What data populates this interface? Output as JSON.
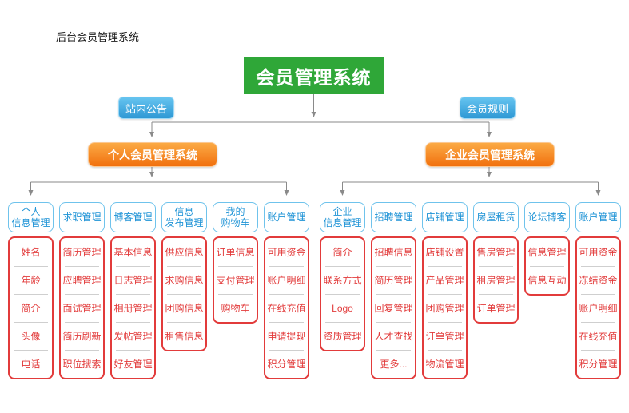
{
  "page_title": "后台会员管理系统",
  "root": {
    "label": "会员管理系统"
  },
  "side_nodes": [
    {
      "id": "site-notice",
      "label": "站内公告"
    },
    {
      "id": "member-rules",
      "label": "会员规则"
    }
  ],
  "branches": [
    {
      "id": "personal",
      "label": "个人会员管理系统",
      "columns": [
        {
          "header": "个人\n信息管理",
          "items": [
            "姓名",
            "年龄",
            "简介",
            "头像",
            "电话"
          ]
        },
        {
          "header": "求职管理",
          "items": [
            "简历管理",
            "应聘管理",
            "面试管理",
            "简历刷新",
            "职位搜索"
          ]
        },
        {
          "header": "博客管理",
          "items": [
            "基本信息",
            "日志管理",
            "相册管理",
            "发帖管理",
            "好友管理"
          ]
        },
        {
          "header": "信息\n发布管理",
          "items": [
            "供应信息",
            "求购信息",
            "团购信息",
            "租售信息"
          ]
        },
        {
          "header": "我的\n购物车",
          "items": [
            "订单信息",
            "支付管理",
            "购物车"
          ]
        },
        {
          "header": "账户管理",
          "items": [
            "可用资金",
            "账户明细",
            "在线充值",
            "申请提现",
            "积分管理"
          ]
        }
      ]
    },
    {
      "id": "enterprise",
      "label": "企业会员管理系统",
      "columns": [
        {
          "header": "企业\n信息管理",
          "items": [
            "简介",
            "联系方式",
            "Logo",
            "资质管理"
          ]
        },
        {
          "header": "招聘管理",
          "items": [
            "招聘信息",
            "简历管理",
            "回复管理",
            "人才查找",
            "更多..."
          ]
        },
        {
          "header": "店铺管理",
          "items": [
            "店铺设置",
            "产品管理",
            "团购管理",
            "订单管理",
            "物流管理"
          ]
        },
        {
          "header": "房屋租赁",
          "items": [
            "售房管理",
            "租房管理",
            "订单管理"
          ]
        },
        {
          "header": "论坛博客",
          "items": [
            "信息管理",
            "信息互动"
          ]
        },
        {
          "header": "账户管理",
          "items": [
            "可用资金",
            "冻结资金",
            "账户明细",
            "在线充值",
            "积分管理"
          ]
        }
      ]
    }
  ],
  "colors": {
    "root_green": "#2fa738",
    "blue_top": "#66c4f0",
    "blue_bottom": "#2e98d4",
    "orange_top": "#fbaa45",
    "orange_bottom": "#f1700e",
    "header_border": "#6fc3ec",
    "header_text": "#1e93d6",
    "item_red": "#e23b3b",
    "separator": "#cfcfcf",
    "connector": "#8a8a8a"
  }
}
